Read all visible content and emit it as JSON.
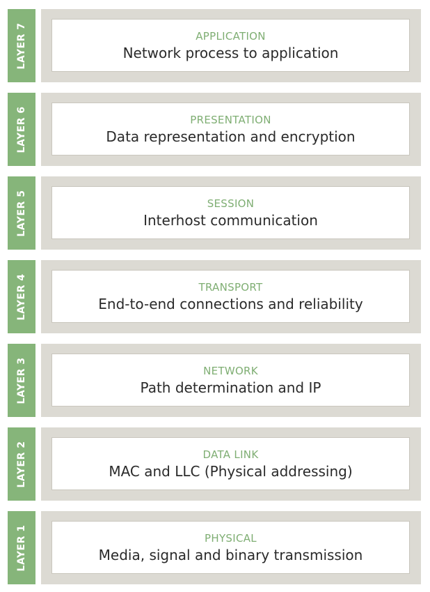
{
  "layers": [
    {
      "tab": "LAYER 7",
      "name": "APPLICATION",
      "description": "Network process to application"
    },
    {
      "tab": "LAYER 6",
      "name": "PRESENTATION",
      "description": "Data representation and encryption"
    },
    {
      "tab": "LAYER 5",
      "name": "SESSION",
      "description": "Interhost communication"
    },
    {
      "tab": "LAYER 4",
      "name": "TRANSPORT",
      "description": "End-to-end connections and reliability"
    },
    {
      "tab": "LAYER 3",
      "name": "NETWORK",
      "description": "Path determination and IP"
    },
    {
      "tab": "LAYER 2",
      "name": "DATA LINK",
      "description": "MAC and LLC (Physical addressing)"
    },
    {
      "tab": "LAYER 1",
      "name": "PHYSICAL",
      "description": "Media, signal and binary transmission"
    }
  ],
  "colors": {
    "tab_green": "#86b57a",
    "layer_name_green": "#7fae73",
    "frame_gray": "#dcdad3",
    "description_text": "#2a2a2a"
  }
}
